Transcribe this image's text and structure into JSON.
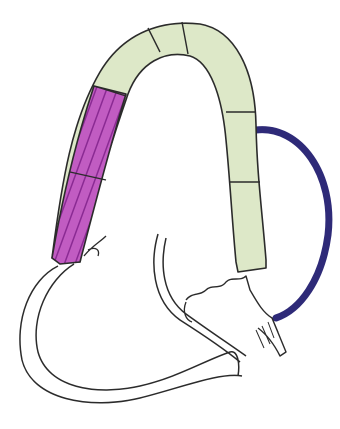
{
  "diagram": {
    "colors": {
      "background": "#ffffff",
      "outline": "#2b2b2b",
      "graft_fill": "#dde8c8",
      "striped_fill": "#c15cc2",
      "stripe_line": "#8a2a93",
      "bypass_tube": "#2e2a78"
    },
    "parts": [
      "arch-graft",
      "striped-segment",
      "descending-segment",
      "bypass-loop",
      "lower-loop-outer",
      "lower-loop-inner",
      "central-thin-curve",
      "clipped-stub"
    ]
  }
}
